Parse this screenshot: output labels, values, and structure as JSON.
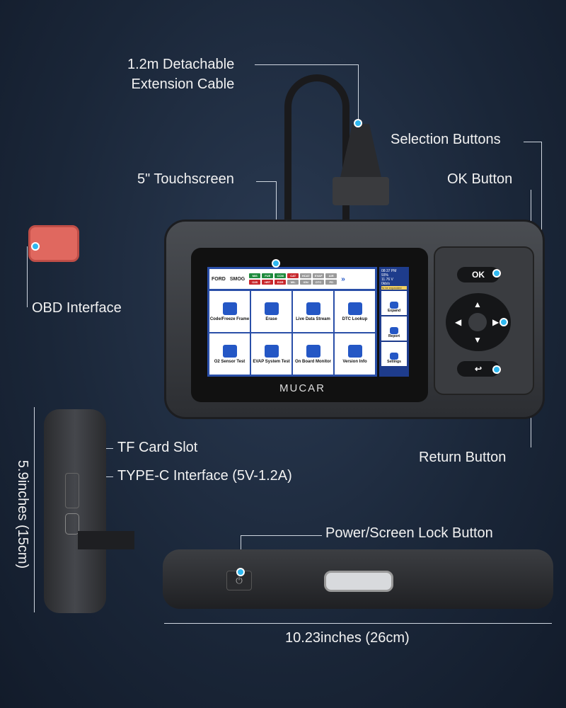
{
  "labels": {
    "cable": [
      "1.2m Detachable",
      "Extension Cable"
    ],
    "selection": "Selection Buttons",
    "touchscreen": "5\" Touchscreen",
    "ok": "OK Button",
    "obd": "OBD Interface",
    "tf": "TF Card Slot",
    "typec": "TYPE-C Interface (5V-1.2A)",
    "return": "Return Button",
    "power": "Power/Screen Lock Button",
    "height": "5.9inches (15cm)",
    "width": "10.23inches (26cm)"
  },
  "brand": "MUCAR",
  "screen": {
    "make": "FORD",
    "mode": "SMOG",
    "tags": [
      {
        "t": "MIS",
        "c": "#1e8a3c"
      },
      {
        "t": "FUE",
        "c": "#1e8a3c"
      },
      {
        "t": "CCM",
        "c": "#1e8a3c"
      },
      {
        "t": "CAT",
        "c": "#c8282d"
      },
      {
        "t": "HCAT",
        "c": "#9a9a9a"
      },
      {
        "t": "EVAP",
        "c": "#9a9a9a"
      },
      {
        "t": "AIR",
        "c": "#9a9a9a"
      },
      {
        "t": "O2S",
        "c": "#c8282d"
      },
      {
        "t": "HRT",
        "c": "#c8282d"
      },
      {
        "t": "EGR",
        "c": "#c8282d"
      },
      {
        "t": "MIL",
        "c": "#9a9a9a"
      },
      {
        "t": "IGN",
        "c": "#9a9a9a"
      },
      {
        "t": "DTC",
        "c": "#9a9a9a"
      },
      {
        "t": "PD",
        "c": "#9a9a9a"
      }
    ],
    "more": "»",
    "tiles": [
      "Code/Freeze Frame",
      "Erase",
      "Live Data Stream",
      "DTC Lookup",
      "O2 Sensor Test",
      "EVAP System Test",
      "On Board Monitor",
      "Version Info"
    ],
    "status": {
      "time": "08:37 PM",
      "battery": "93%",
      "voltage": "11.76 V",
      "speed": "0kb/s",
      "notice": "To be expanded"
    },
    "side_buttons": [
      "Expand",
      "Report",
      "Settings"
    ]
  },
  "keys": {
    "ok": "OK"
  },
  "colors": {
    "accent": "#2fb8f0",
    "connector": "#e0685f"
  }
}
